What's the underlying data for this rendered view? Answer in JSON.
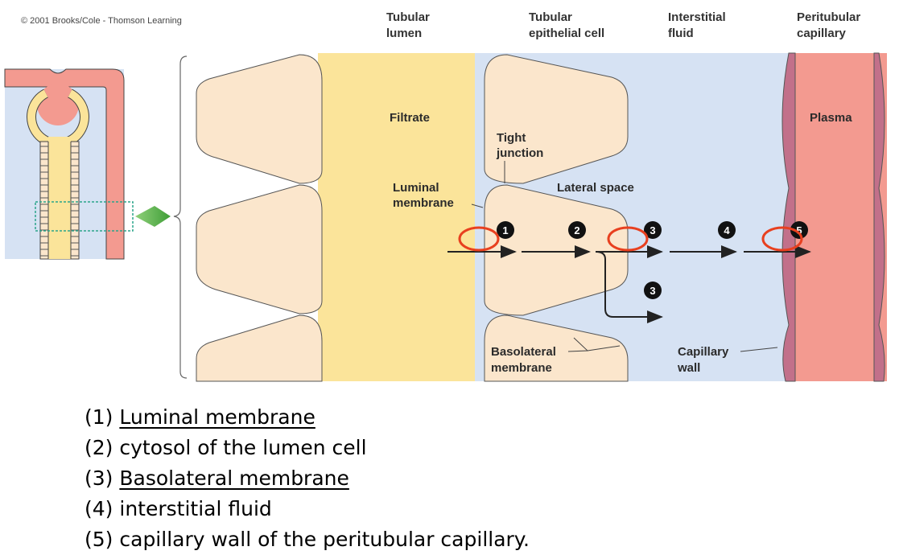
{
  "copyright": "© 2001 Brooks/Cole - Thomson Learning",
  "column_headers": [
    {
      "id": "lumen",
      "text": "Tubular\nlumen"
    },
    {
      "id": "epithelial",
      "text": "Tubular\nepithelial cell"
    },
    {
      "id": "interstitial",
      "text": "Interstitial\nfluid"
    },
    {
      "id": "capillary",
      "text": "Peritubular\ncapillary"
    }
  ],
  "labels": {
    "filtrate": "Filtrate",
    "tight_junction_1": "Tight",
    "tight_junction_2": "junction",
    "luminal_1": "Luminal",
    "luminal_2": "membrane",
    "lateral_space": "Lateral space",
    "basolateral_1": "Basolateral",
    "basolateral_2": "membrane",
    "capillary_wall_1": "Capillary",
    "capillary_wall_2": "wall",
    "plasma": "Plasma"
  },
  "steps": [
    "1",
    "2",
    "3",
    "3",
    "4",
    "5"
  ],
  "colors": {
    "lumen": "#fbe49a",
    "cell": "#fbe6cc",
    "interstitial": "#d6e2f3",
    "plasma": "#f39a90",
    "capillary_wall": "#c2708a",
    "highlight": "#e8401f",
    "zoom_box": "#2ba58b",
    "zoom_arrow": "#5cb848"
  },
  "answers": [
    {
      "num": "(1)",
      "text": "Luminal membrane",
      "underline": true
    },
    {
      "num": "(2)",
      "text": "cytosol of the lumen cell",
      "underline": false
    },
    {
      "num": "(3)",
      "text": "Basolateral membrane",
      "underline": true
    },
    {
      "num": "(4)",
      "text": "interstitial fluid",
      "underline": false
    },
    {
      "num": "(5)",
      "text": "capillary wall of the peritubular capillary.",
      "underline": false
    }
  ]
}
